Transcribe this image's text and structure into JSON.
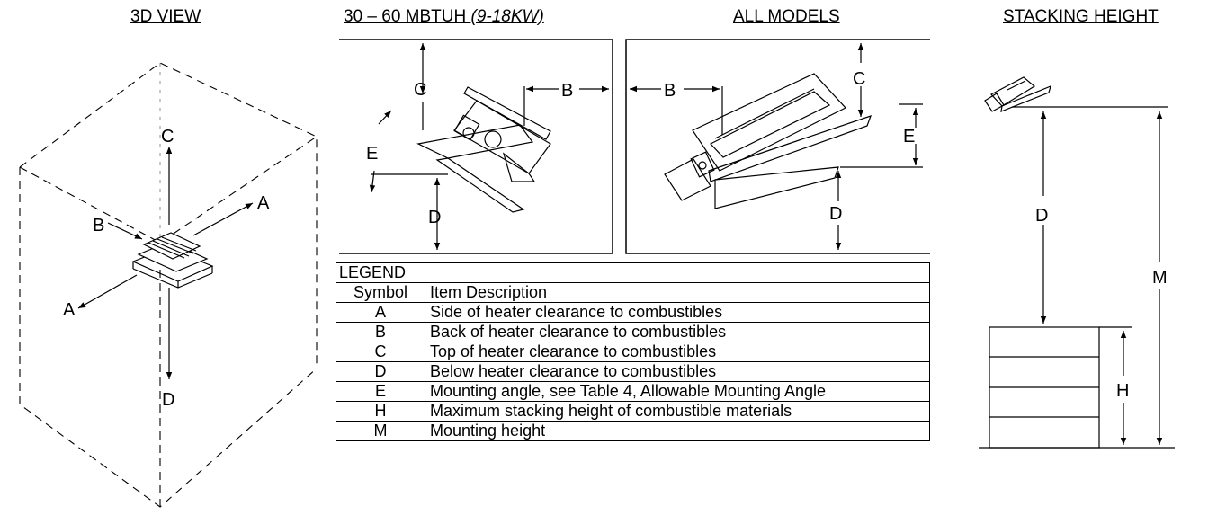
{
  "headers": {
    "view3d": "3D VIEW",
    "small_models_main": "30 – 60 MBTUH ",
    "small_models_kw": "(9-18KW)",
    "all_models": "ALL MODELS",
    "stacking": "STACKING HEIGHT"
  },
  "dim_labels": {
    "a": "A",
    "b": "B",
    "c": "C",
    "d": "D",
    "e": "E",
    "h": "H",
    "m": "M"
  },
  "legend": {
    "title": "LEGEND",
    "col_symbol": "Symbol",
    "col_desc": "Item Description",
    "rows": [
      {
        "symbol": "A",
        "desc": "Side of heater clearance to combustibles"
      },
      {
        "symbol": "B",
        "desc": "Back of heater clearance to combustibles"
      },
      {
        "symbol": "C",
        "desc": "Top of heater clearance to combustibles"
      },
      {
        "symbol": "D",
        "desc": "Below heater clearance to combustibles"
      },
      {
        "symbol": "E",
        "desc": "Mounting angle, see Table 4, Allowable Mounting Angle"
      },
      {
        "symbol": "H",
        "desc": "Maximum stacking height of combustible materials"
      },
      {
        "symbol": "M",
        "desc": "Mounting height"
      }
    ]
  }
}
